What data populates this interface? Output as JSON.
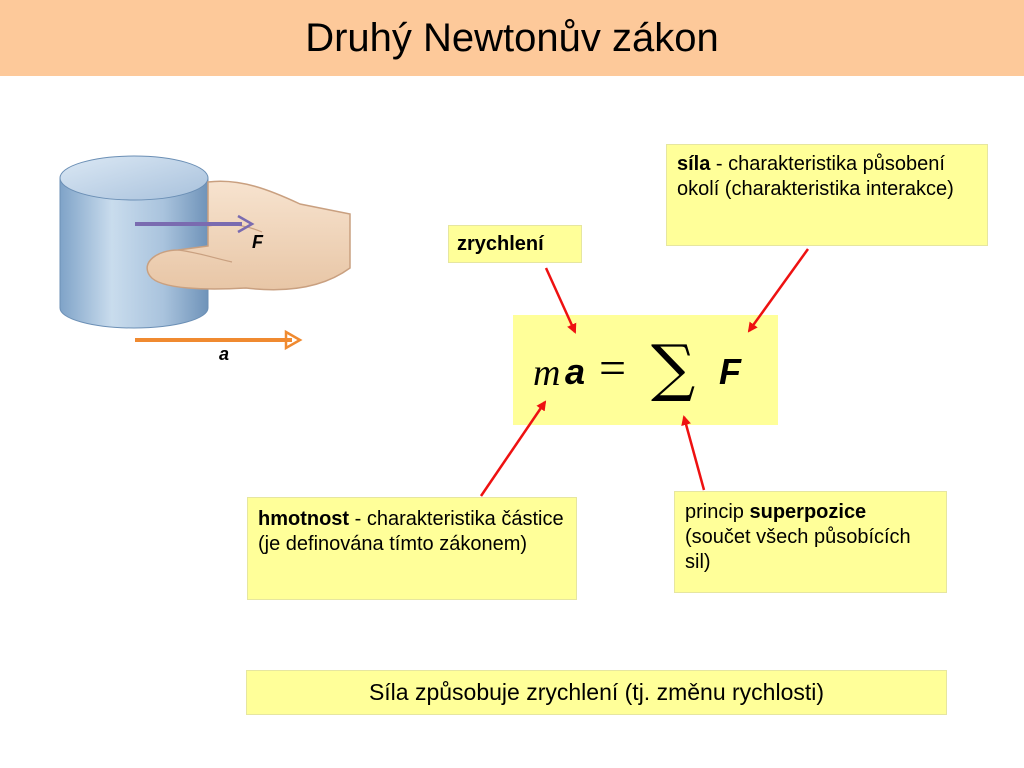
{
  "title": "Druhý Newtonův zákon",
  "illustration": {
    "force_label": "F",
    "acceleration_label": "a"
  },
  "formula": {
    "m": "m",
    "a": "a",
    "equals": "=",
    "sum": "∑",
    "F": "F"
  },
  "notes": {
    "sila": {
      "bold": "síla",
      "text": " - charakteristika působení okolí (charakteristika interakce)"
    },
    "zrychleni": {
      "bold": "zrychlení"
    },
    "hmotnost": {
      "bold": "hmotnost",
      "text": " - charakteristika částice (je definována tímto zákonem)"
    },
    "superpozice": {
      "prefix": "princip ",
      "bold": "superpozice",
      "text": " (součet všech působících sil)"
    },
    "summary": "Síla způsobuje zrychlení (tj. změnu rychlosti)"
  },
  "colors": {
    "title_background": "#fdc99a",
    "note_background": "#ffff99",
    "arrow": "#ee1111",
    "force_arrow": "#7a6bb0",
    "acceleration_arrow": "#f08a30"
  }
}
